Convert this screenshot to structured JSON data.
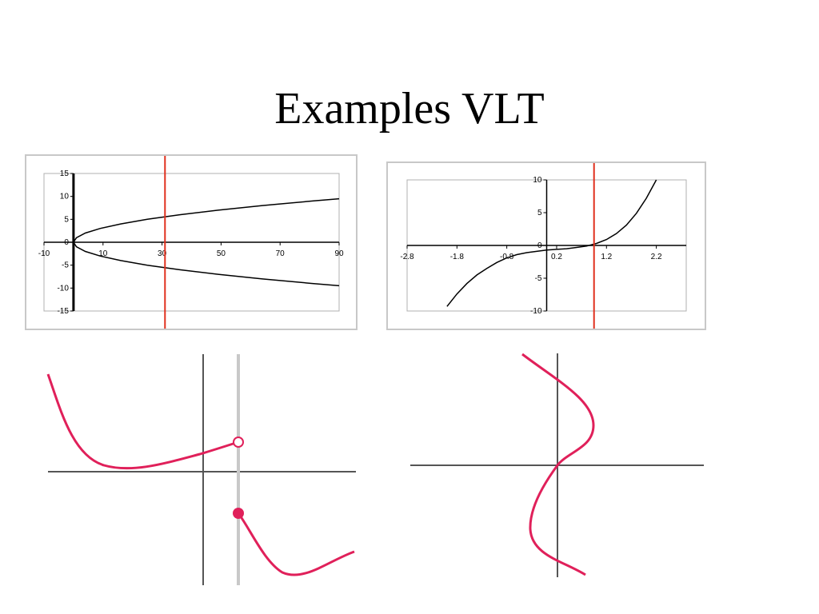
{
  "slide": {
    "title": "Examples VLT"
  },
  "chart_data": [
    {
      "type": "line",
      "xlim": [
        -10,
        90
      ],
      "ylim": [
        -15,
        15
      ],
      "x_ticks": [
        "-10",
        "10",
        "30",
        "50",
        "70",
        "90"
      ],
      "y_ticks": [
        "15",
        "10",
        "5",
        "0",
        "-5",
        "-10",
        "-15"
      ],
      "series": [
        {
          "x": [
            0,
            1,
            4,
            9,
            16,
            25,
            36,
            49,
            64,
            81,
            90
          ],
          "y": [
            0,
            1,
            2,
            3,
            4,
            5,
            6,
            7,
            8,
            9,
            9.49
          ]
        },
        {
          "x": [
            0,
            1,
            4,
            9,
            16,
            25,
            36,
            49,
            64,
            81,
            90
          ],
          "y": [
            0,
            -1,
            -2,
            -3,
            -4,
            -5,
            -6,
            -7,
            -8,
            -9,
            -9.49
          ]
        }
      ],
      "vertical_line": {
        "x": 31,
        "color": "#e0301e"
      },
      "grid": false
    },
    {
      "type": "line",
      "xlim": [
        -2.8,
        2.8
      ],
      "ylim": [
        -10,
        10
      ],
      "x_ticks": [
        "-2.8",
        "-1.8",
        "-0.8",
        "0.2",
        "1.2",
        "2.2"
      ],
      "y_ticks": [
        "10",
        "5",
        "0",
        "-5",
        "-10"
      ],
      "series": [
        {
          "x": [
            -2.0,
            -1.8,
            -1.6,
            -1.4,
            -1.2,
            -1.0,
            -0.8,
            -0.6,
            -0.4,
            -0.2,
            0.0,
            0.2,
            0.4,
            0.6,
            0.8,
            1.0,
            1.2,
            1.4,
            1.6,
            1.8,
            2.0,
            2.2
          ],
          "y": [
            -9.3,
            -7.4,
            -5.8,
            -4.5,
            -3.5,
            -2.6,
            -1.9,
            -1.4,
            -1.1,
            -0.9,
            -0.7,
            -0.6,
            -0.5,
            -0.3,
            -0.1,
            0.3,
            0.9,
            1.8,
            3.1,
            4.9,
            7.2,
            10.0
          ]
        }
      ],
      "vertical_line": {
        "x": 0.95,
        "color": "#e0301e"
      },
      "grid": false
    }
  ],
  "sketches": {
    "curve_color": "#e0205a",
    "axis_color": "#555555",
    "line_color": "#c8c8c8"
  }
}
